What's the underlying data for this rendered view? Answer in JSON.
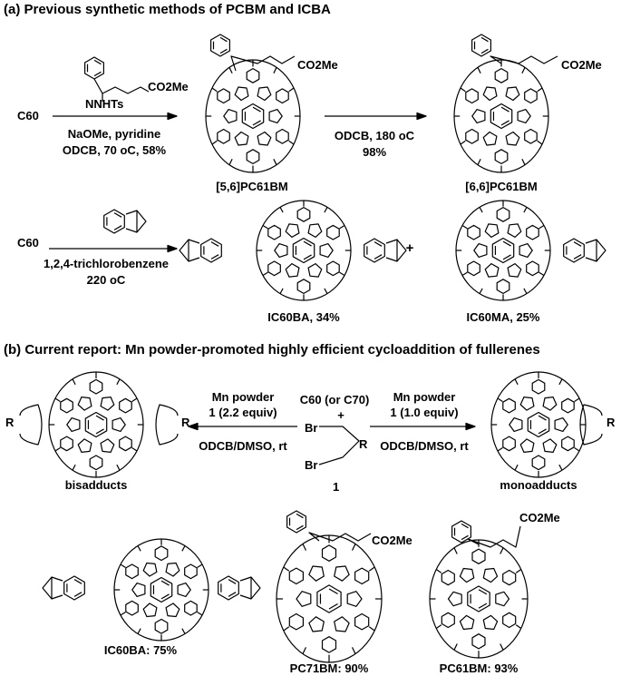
{
  "part_a": {
    "header": "(a) Previous synthetic methods of PCBM and ICBA",
    "row1": {
      "c60": "C60",
      "reagent_ester": "CO2Me",
      "reagent_hydrazone": "NNHTs",
      "conditions_line1": "NaOMe, pyridine",
      "conditions_line2": "ODCB, 70 oC, 58%",
      "product1_ester": "CO2Me",
      "product1_label": "[5,6]PC61BM",
      "arrow2_line1": "ODCB, 180 oC",
      "arrow2_line2": "98%",
      "product2_ester": "CO2Me",
      "product2_label": "[6,6]PC61BM"
    },
    "row2": {
      "c60": "C60",
      "conditions_line1": "1,2,4-trichlorobenzene",
      "conditions_line2": "220 oC",
      "plus": "+",
      "product1_label": "IC60BA, 34%",
      "product2_label": "IC60MA, 25%"
    }
  },
  "part_b": {
    "header": "(b) Current report: Mn powder-promoted highly efficient cycloaddition of fullerenes",
    "left_arrow_line1": "Mn powder",
    "left_arrow_line2": "1 (2.2 equiv)",
    "left_arrow_line3": "ODCB/DMSO, rt",
    "center_line1": "C60 (or C70)",
    "center_plus": "+",
    "center_br1": "Br",
    "center_br2": "Br",
    "center_r": "R",
    "center_number": "1",
    "right_arrow_line1": "Mn powder",
    "right_arrow_line2": "1 (1.0 equiv)",
    "right_arrow_line3": "ODCB/DMSO, rt",
    "bis_r_left": "R",
    "bis_r_right": "R",
    "mono_r": "R",
    "bis_label": "bisadducts",
    "mono_label": "monoadducts",
    "examples": {
      "icba_label": "IC60BA: 75%",
      "pc71_ester": "CO2Me",
      "pc71_label": "PC71BM: 90%",
      "pc61_ester": "CO2Me",
      "pc61_label": "PC61BM: 93%"
    }
  }
}
